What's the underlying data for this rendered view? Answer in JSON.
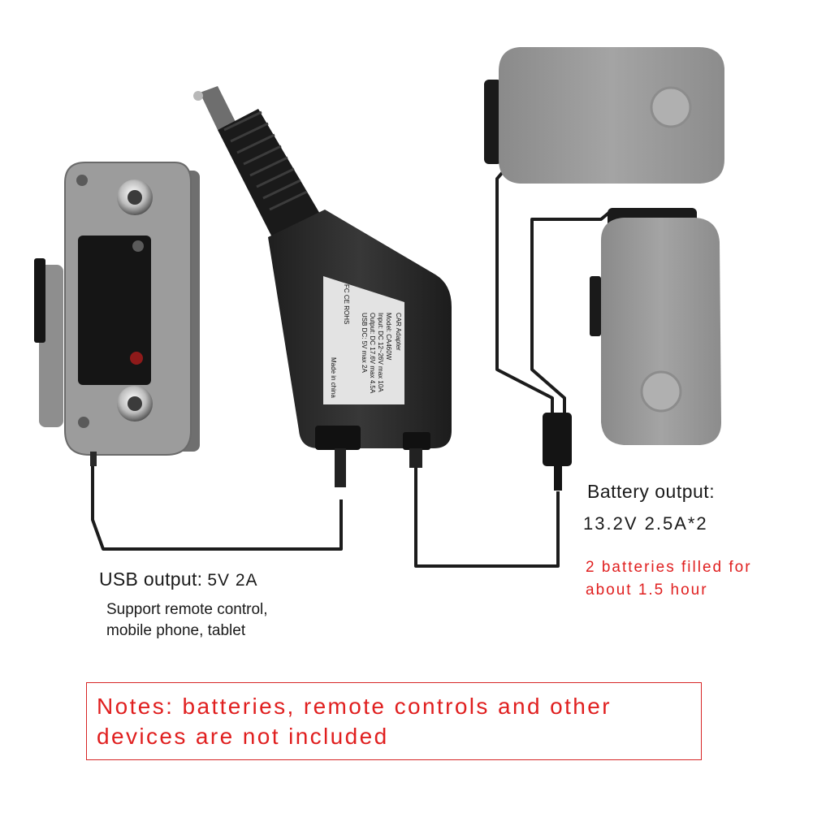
{
  "usb": {
    "title": "USB output:",
    "value": "5V 2A",
    "description": "Support remote control,\nmobile phone, tablet"
  },
  "battery": {
    "title": "Battery output:",
    "value": "13.2V 2.5A*2",
    "note": "2 batteries filled for\nabout 1.5 hour"
  },
  "notes": "Notes: batteries, remote controls and other\ndevices are not included",
  "label": {
    "brand_line": "CAR Adapter",
    "model": "Model: CA460W",
    "input": "Input: DC 12~26V max 10A",
    "output": "Output: DC 17.6V max 4.5A",
    "usb": "USB DC: 5V max 2A",
    "marks": "FC CE ROHS",
    "origin": "Made in china"
  },
  "colors": {
    "device_gray": "#9a9a9a",
    "adapter_black": "#2b2b2b",
    "notes_red": "#e01f1f"
  },
  "icons": [
    "remote-controller-icon",
    "car-charger-icon",
    "battery-icon"
  ]
}
